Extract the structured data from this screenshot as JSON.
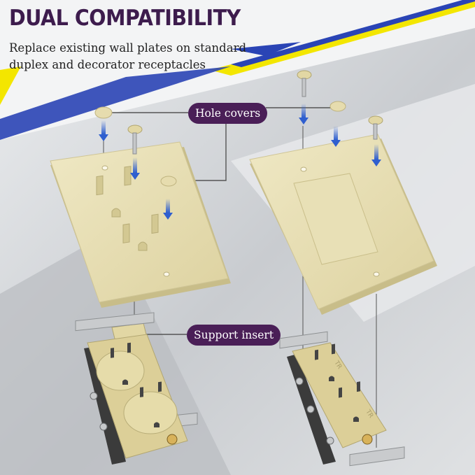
{
  "headline": "DUAL COMPATIBILITY",
  "subhead": "Replace existing wall plates on standard duplex and decorator receptacles",
  "callouts": {
    "hole_covers": "Hole covers",
    "support_insert": "Support insert"
  },
  "receptacle_mark": "TR",
  "colors": {
    "headline": "#3d1c4d",
    "callout_bg": "#4a1f57",
    "plate": "#e4dbac",
    "accent_blue": "#2f5fcf",
    "stripe_yellow": "#f3e600",
    "stripe_blue": "#2a44b5"
  }
}
